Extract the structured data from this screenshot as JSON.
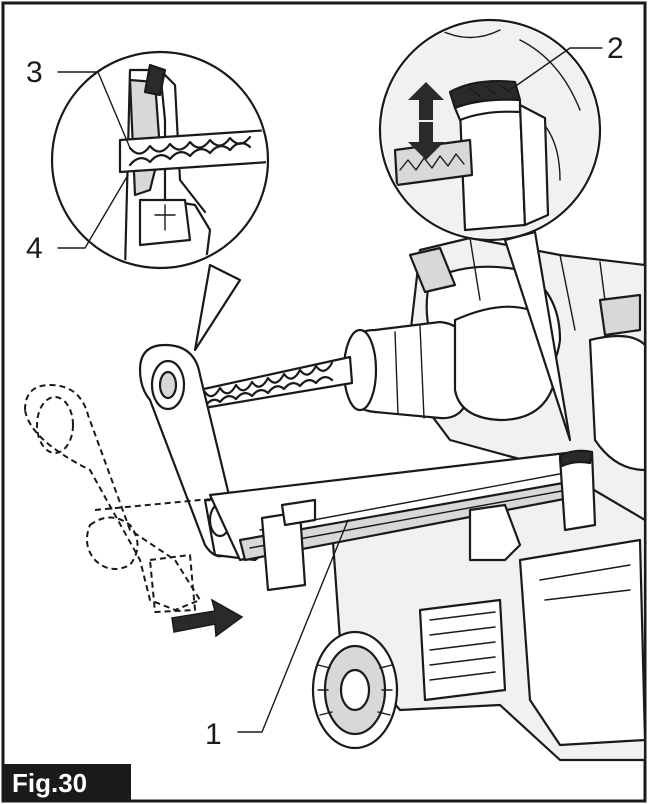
{
  "figure": {
    "tag": "Fig.30",
    "callouts": [
      {
        "label": "1"
      },
      {
        "label": "2"
      },
      {
        "label": "3"
      },
      {
        "label": "4"
      }
    ]
  }
}
